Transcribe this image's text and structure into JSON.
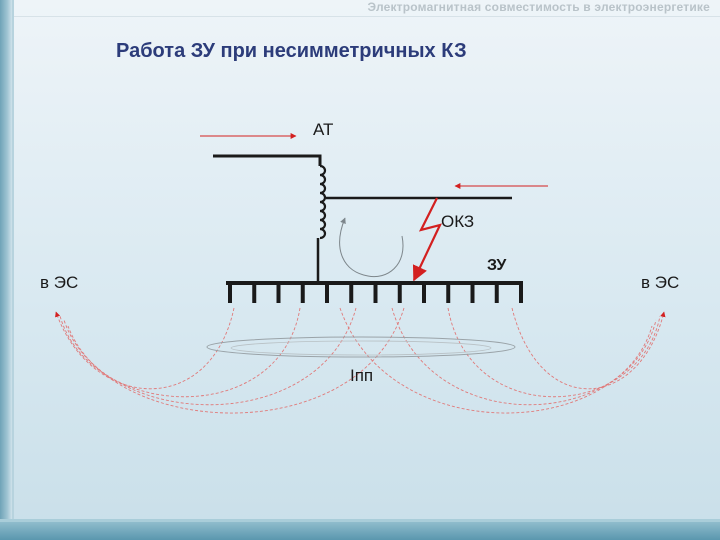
{
  "header": {
    "subtitle": "Электромагнитная совместимость в электроэнергетике"
  },
  "slide": {
    "title": "Работа ЗУ при несимметричных КЗ"
  },
  "diagram": {
    "labels": {
      "autotransformer": "АТ",
      "fault": "ОКЗ",
      "grounding_device": "ЗУ",
      "to_system_left": "в ЭС",
      "to_system_right": "в ЭС",
      "current": "Iпп"
    },
    "colors": {
      "wire": "#1a1a1a",
      "current_arrow": "#d32020",
      "return_current": "#e07a7a",
      "loop": "#9aa3a8",
      "background_top": "#eef4f8",
      "title": "#2c3c7a"
    },
    "electrode_count": 13
  }
}
